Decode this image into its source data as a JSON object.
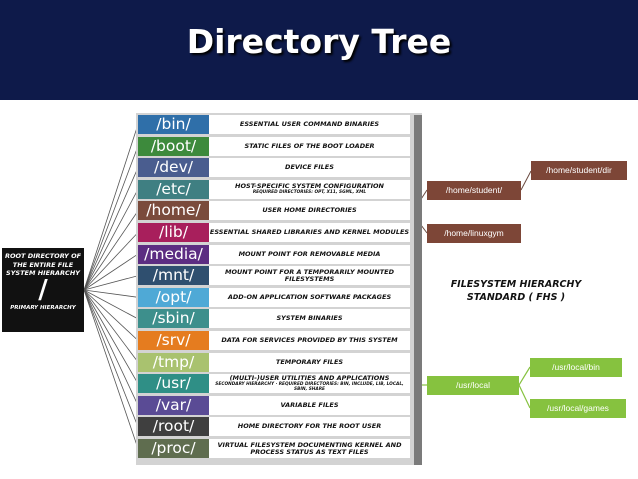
{
  "title": "Directory Tree",
  "root": {
    "label": "ROOT DIRECTORY OF THE ENTIRE FILE SYSTEM HIERARCHY",
    "symbol": "/",
    "caption": "PRIMARY HIERARCHY"
  },
  "directories": [
    {
      "path": "/bin/",
      "desc": "ESSENTIAL USER COMMAND BINARIES",
      "sub": "",
      "color": "#2f6fa9"
    },
    {
      "path": "/boot/",
      "desc": "STATIC FILES OF THE BOOT LOADER",
      "sub": "",
      "color": "#3d8a3c"
    },
    {
      "path": "/dev/",
      "desc": "DEVICE FILES",
      "sub": "",
      "color": "#4a5d8f"
    },
    {
      "path": "/etc/",
      "desc": "HOST-SPECIFIC SYSTEM CONFIGURATION",
      "sub": "REQUIRED DIRECTORIES: OPT, X11, SGML, XML",
      "color": "#3f7f82"
    },
    {
      "path": "/home/",
      "desc": "USER HOME DIRECTORIES",
      "sub": "",
      "color": "#7a4b3c"
    },
    {
      "path": "/lib/",
      "desc": "ESSENTIAL SHARED LIBRARIES AND KERNEL MODULES",
      "sub": "",
      "color": "#a81f5c"
    },
    {
      "path": "/media/",
      "desc": "MOUNT POINT FOR REMOVABLE MEDIA",
      "sub": "",
      "color": "#5c2d82"
    },
    {
      "path": "/mnt/",
      "desc": "MOUNT POINT FOR A TEMPORARILY MOUNTED FILESYSTEMS",
      "sub": "",
      "color": "#2f4f6f"
    },
    {
      "path": "/opt/",
      "desc": "ADD-ON APPLICATION SOFTWARE PACKAGES",
      "sub": "",
      "color": "#4fa9d6"
    },
    {
      "path": "/sbin/",
      "desc": "SYSTEM BINARIES",
      "sub": "",
      "color": "#3d8f8c"
    },
    {
      "path": "/srv/",
      "desc": "DATA FOR SERVICES PROVIDED BY THIS SYSTEM",
      "sub": "",
      "color": "#e57c1f"
    },
    {
      "path": "/tmp/",
      "desc": "TEMPORARY FILES",
      "sub": "",
      "color": "#a9c26f"
    },
    {
      "path": "/usr/",
      "desc": "(MULTI-)USER UTILITIES AND APPLICATIONS",
      "sub": "SECONDARY HIERARCHY · REQUIRED DIRECTORIES: BIN, INCLUDE, LIB, LOCAL, SBIN, SHARE",
      "color": "#2f8f86"
    },
    {
      "path": "/var/",
      "desc": "VARIABLE FILES",
      "sub": "",
      "color": "#5a4b95"
    },
    {
      "path": "/root/",
      "desc": "HOME DIRECTORY FOR THE ROOT USER",
      "sub": "",
      "color": "#3f3f3f"
    },
    {
      "path": "/proc/",
      "desc": "VIRTUAL FILESYSTEM DOCUMENTING KERNEL AND PROCESS STATUS AS TEXT FILES",
      "sub": "",
      "color": "#5f6d4f"
    }
  ],
  "home_nodes": {
    "student": "/home/student/",
    "student_dir": "/home/student/dir",
    "linuxgym": "/home/linuxgym"
  },
  "usr_nodes": {
    "local": "/usr/local",
    "local_bin": "/usr/local/bin",
    "local_games": "/usr/local/games"
  },
  "fhs_label": {
    "line1": "FILESYSTEM HIERARCHY",
    "line2": "STANDARD ( FHS )"
  },
  "colors": {
    "header": "#0e1a4a",
    "brown": "#7d4637",
    "green": "#86c23f"
  }
}
